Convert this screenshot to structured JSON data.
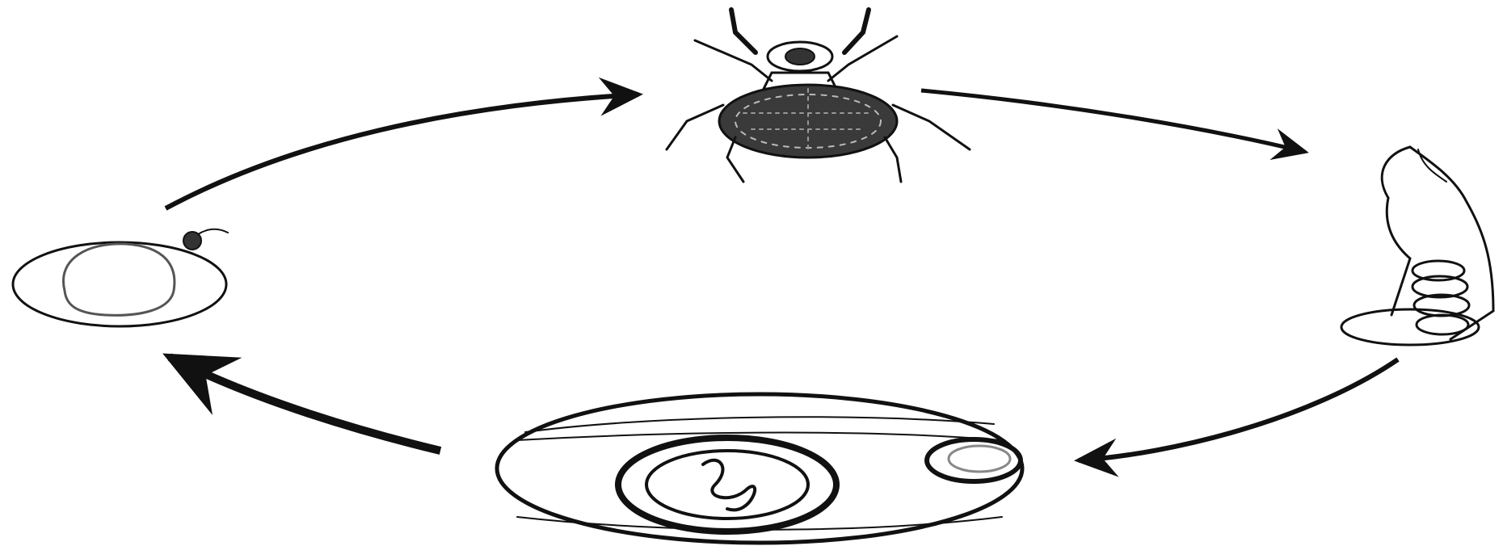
{
  "diagram": {
    "type": "life-cycle",
    "stages": [
      {
        "id": "adult",
        "icon": "adult-insect-icon"
      },
      {
        "id": "egg-case",
        "icon": "coiled-sac-icon"
      },
      {
        "id": "cyst",
        "icon": "nested-cyst-icon"
      },
      {
        "id": "egg",
        "icon": "egg-icon"
      }
    ],
    "flow": [
      {
        "from": "egg",
        "to": "adult"
      },
      {
        "from": "adult",
        "to": "egg-case"
      },
      {
        "from": "egg-case",
        "to": "cyst"
      },
      {
        "from": "cyst",
        "to": "egg"
      }
    ],
    "colors": {
      "ink": "#111111",
      "background": "#ffffff"
    }
  }
}
